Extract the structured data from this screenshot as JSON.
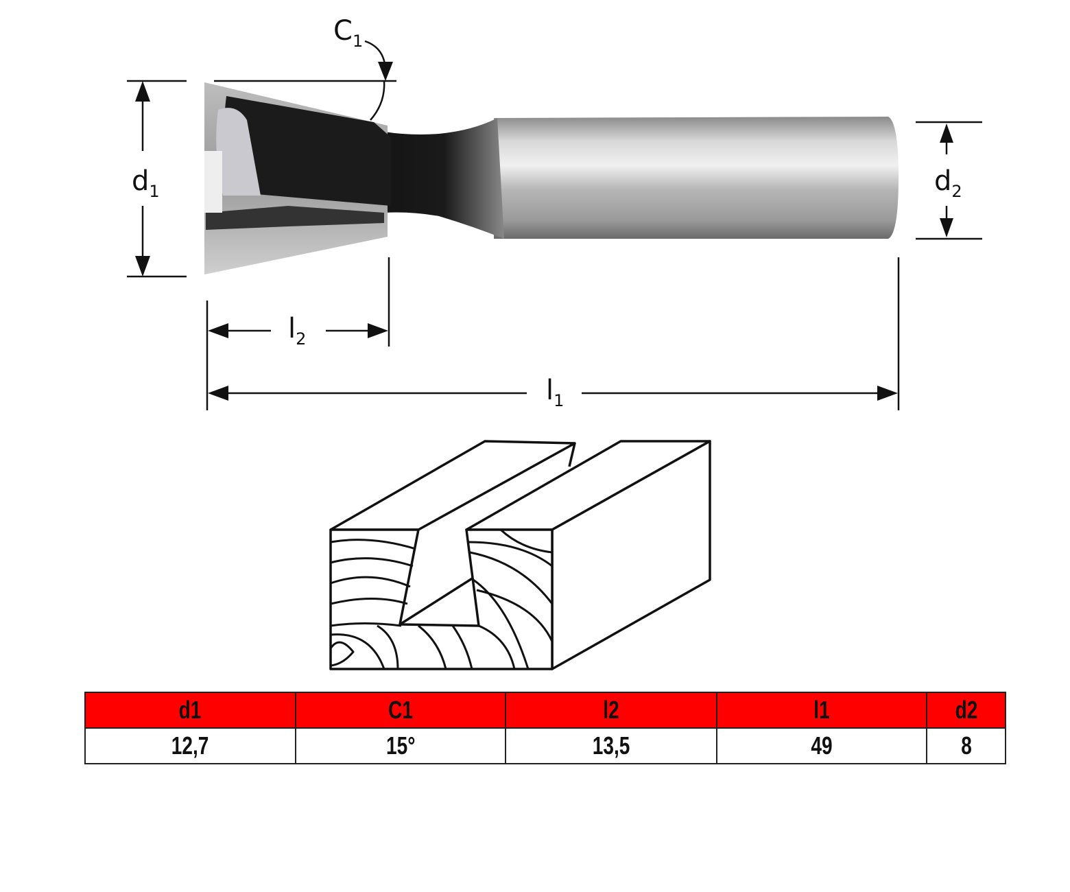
{
  "labels": {
    "d1": {
      "main": "d",
      "sub": "1"
    },
    "c1": {
      "main": "C",
      "sub": "1"
    },
    "d2": {
      "main": "d",
      "sub": "2"
    },
    "l2": {
      "main": "l",
      "sub": "2"
    },
    "l1": {
      "main": "l",
      "sub": "1"
    }
  },
  "table": {
    "headers": [
      "d1",
      "C1",
      "l2",
      "l1",
      "d2"
    ],
    "values": [
      "12,7",
      "15°",
      "13,5",
      "49",
      "8"
    ]
  },
  "colors": {
    "header_bg": "#ff0000",
    "line": "#111111"
  }
}
